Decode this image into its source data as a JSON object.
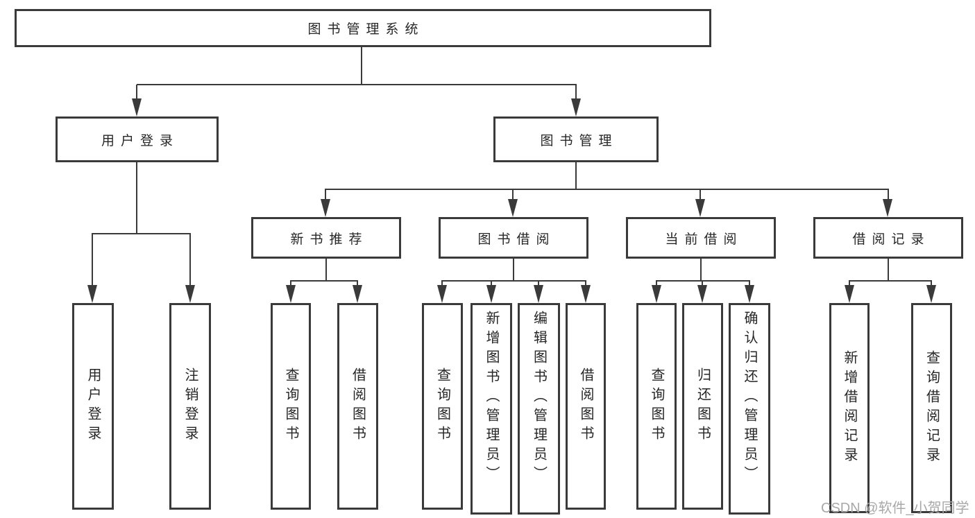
{
  "labels": {
    "root": "图书管理系统",
    "user_login_group": "用户登录",
    "book_mgmt": "图书管理",
    "new_books": "新书推荐",
    "book_borrow": "图书借阅",
    "current_borrow": "当前借阅",
    "borrow_records": "借阅记录",
    "leaf_user_login": "用户登录",
    "leaf_logout": "注销登录",
    "leaf_nb_query": "查询图书",
    "leaf_nb_borrow": "借阅图书",
    "leaf_bb_query": "查询图书",
    "leaf_bb_add": "新增图书（管理员）",
    "leaf_bb_edit": "编辑图书（管理员）",
    "leaf_bb_borrow": "借阅图书",
    "leaf_cb_query": "查询图书",
    "leaf_cb_return": "归还图书",
    "leaf_cb_confirm": "确认归还（管理员）",
    "leaf_br_add": "新增借阅记录",
    "leaf_br_query": "查询借阅记录"
  },
  "hierarchy": {
    "图书管理系统": [
      "用户登录",
      "图书管理"
    ],
    "用户登录": [
      "用户登录",
      "注销登录"
    ],
    "图书管理": [
      "新书推荐",
      "图书借阅",
      "当前借阅",
      "借阅记录"
    ],
    "新书推荐": [
      "查询图书",
      "借阅图书"
    ],
    "图书借阅": [
      "查询图书",
      "新增图书（管理员）",
      "编辑图书（管理员）",
      "借阅图书"
    ],
    "当前借阅": [
      "查询图书",
      "归还图书",
      "确认归还（管理员）"
    ],
    "借阅记录": [
      "新增借阅记录",
      "查询借阅记录"
    ]
  },
  "watermark": "CSDN @软件_小贺同学",
  "colors": {
    "line": "#3a3a3a",
    "box_border": "#3a3a3a",
    "text": "#262626",
    "background": "#ffffff",
    "watermark": "#a8a8a8"
  }
}
